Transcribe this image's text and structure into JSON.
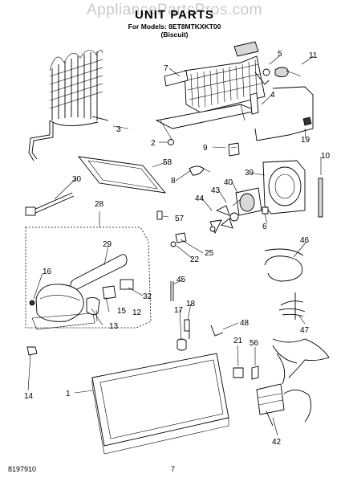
{
  "watermark": "AppliancePartsPros.com",
  "title": "UNIT PARTS",
  "models_line1": "For Models: 8ET8MTKXKT00",
  "models_line2": "(Biscuit)",
  "doc_number": "8197910",
  "page_number": "7",
  "callouts": [
    "1",
    "2",
    "3",
    "4",
    "5",
    "6",
    "7",
    "8",
    "9",
    "10",
    "11",
    "12",
    "13",
    "14",
    "15",
    "16",
    "17",
    "18",
    "19",
    "21",
    "22",
    "25",
    "28",
    "29",
    "30",
    "32",
    "39",
    "40",
    "42",
    "43",
    "44",
    "45",
    "46",
    "47",
    "48",
    "56",
    "57",
    "58"
  ]
}
